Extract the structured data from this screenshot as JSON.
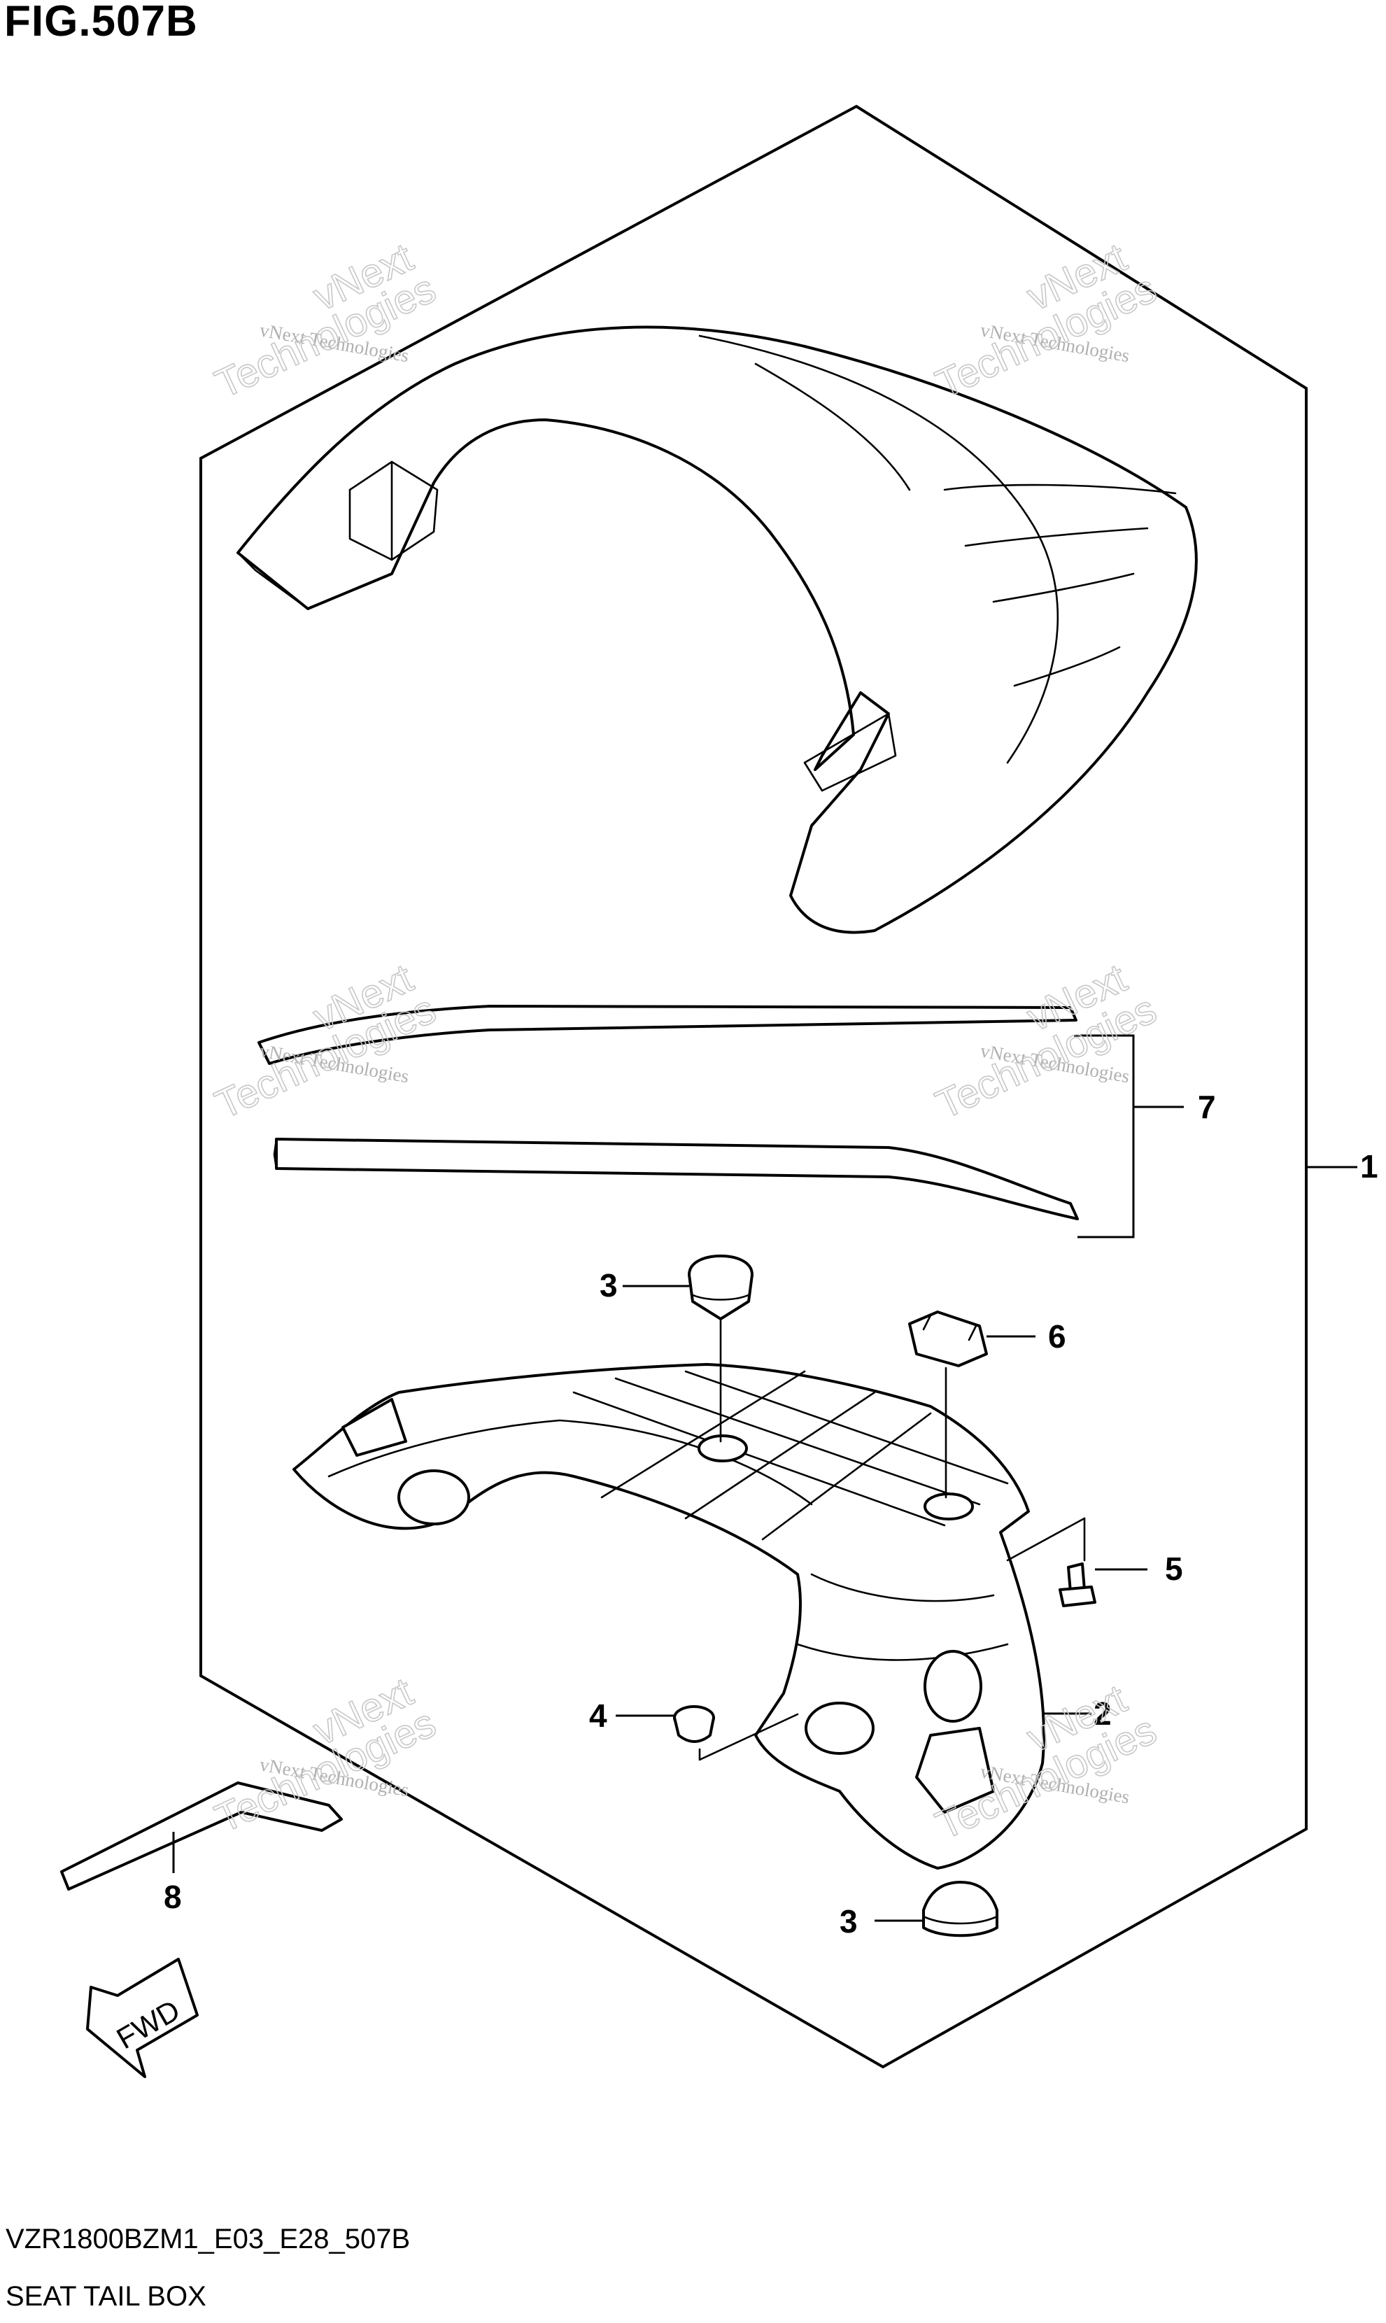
{
  "figure": {
    "title": "FIG.507B",
    "model_code": "VZR1800BZM1_E03_E28_507B",
    "section_name": "SEAT TAIL BOX"
  },
  "callouts": [
    "1",
    "2",
    "3",
    "3",
    "4",
    "5",
    "6",
    "7",
    "8"
  ],
  "direction_label": "FWD",
  "watermark": {
    "small": "vNext Technologies",
    "large_line1": "vNext",
    "large_line2": "Technologies"
  },
  "colors": {
    "line": "#000000",
    "watermark": "#b0b0b0"
  }
}
